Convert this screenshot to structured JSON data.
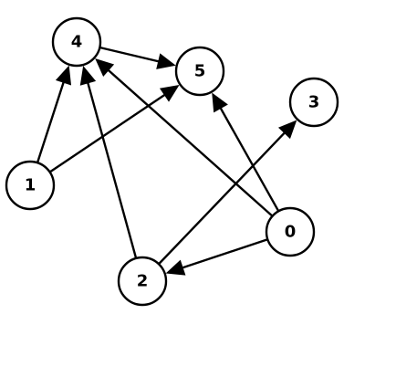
{
  "graph": {
    "directed": true,
    "node_color": "#ffffff",
    "edge_color": "#000000",
    "nodes": [
      {
        "id": "0",
        "label": "0"
      },
      {
        "id": "1",
        "label": "1"
      },
      {
        "id": "2",
        "label": "2"
      },
      {
        "id": "3",
        "label": "3"
      },
      {
        "id": "4",
        "label": "4"
      },
      {
        "id": "5",
        "label": "5"
      }
    ],
    "edges": [
      {
        "from": "1",
        "to": "4"
      },
      {
        "from": "1",
        "to": "5"
      },
      {
        "from": "4",
        "to": "5"
      },
      {
        "from": "2",
        "to": "4"
      },
      {
        "from": "2",
        "to": "3"
      },
      {
        "from": "0",
        "to": "4"
      },
      {
        "from": "0",
        "to": "5"
      },
      {
        "from": "0",
        "to": "2"
      }
    ]
  }
}
